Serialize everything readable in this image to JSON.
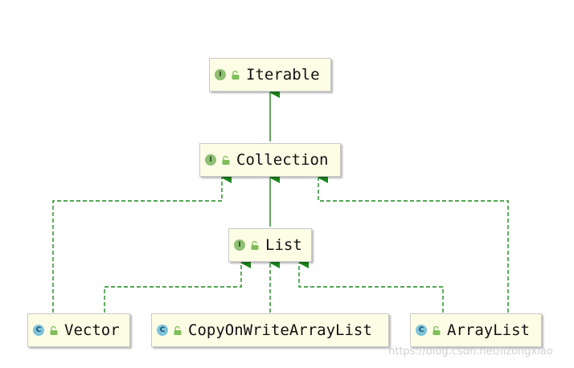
{
  "nodes": {
    "iterable": {
      "label": "Iterable",
      "kind": "interface",
      "kind_letter": "I"
    },
    "collection": {
      "label": "Collection",
      "kind": "interface",
      "kind_letter": "I"
    },
    "list": {
      "label": "List",
      "kind": "interface",
      "kind_letter": "I"
    },
    "vector": {
      "label": "Vector",
      "kind": "class",
      "kind_letter": "C"
    },
    "cow": {
      "label": "CopyOnWriteArrayList",
      "kind": "class",
      "kind_letter": "C"
    },
    "arraylist": {
      "label": "ArrayList",
      "kind": "class",
      "kind_letter": "C"
    }
  },
  "edges": [
    {
      "from": "Collection",
      "to": "Iterable",
      "type": "extends"
    },
    {
      "from": "List",
      "to": "Collection",
      "type": "extends"
    },
    {
      "from": "Vector",
      "to": "Collection",
      "type": "implements"
    },
    {
      "from": "ArrayList",
      "to": "Collection",
      "type": "implements"
    },
    {
      "from": "Vector",
      "to": "List",
      "type": "implements"
    },
    {
      "from": "CopyOnWriteArrayList",
      "to": "List",
      "type": "implements"
    },
    {
      "from": "ArrayList",
      "to": "List",
      "type": "implements"
    }
  ],
  "colors": {
    "edge": "#1a8a1a",
    "node_fill": "#fdfde6",
    "interface_badge": "#8ebf72",
    "class_badge": "#7ec3dc",
    "lock": "#7fbf5a"
  },
  "watermark": "https://blog.csdn.net/lizongxiao"
}
